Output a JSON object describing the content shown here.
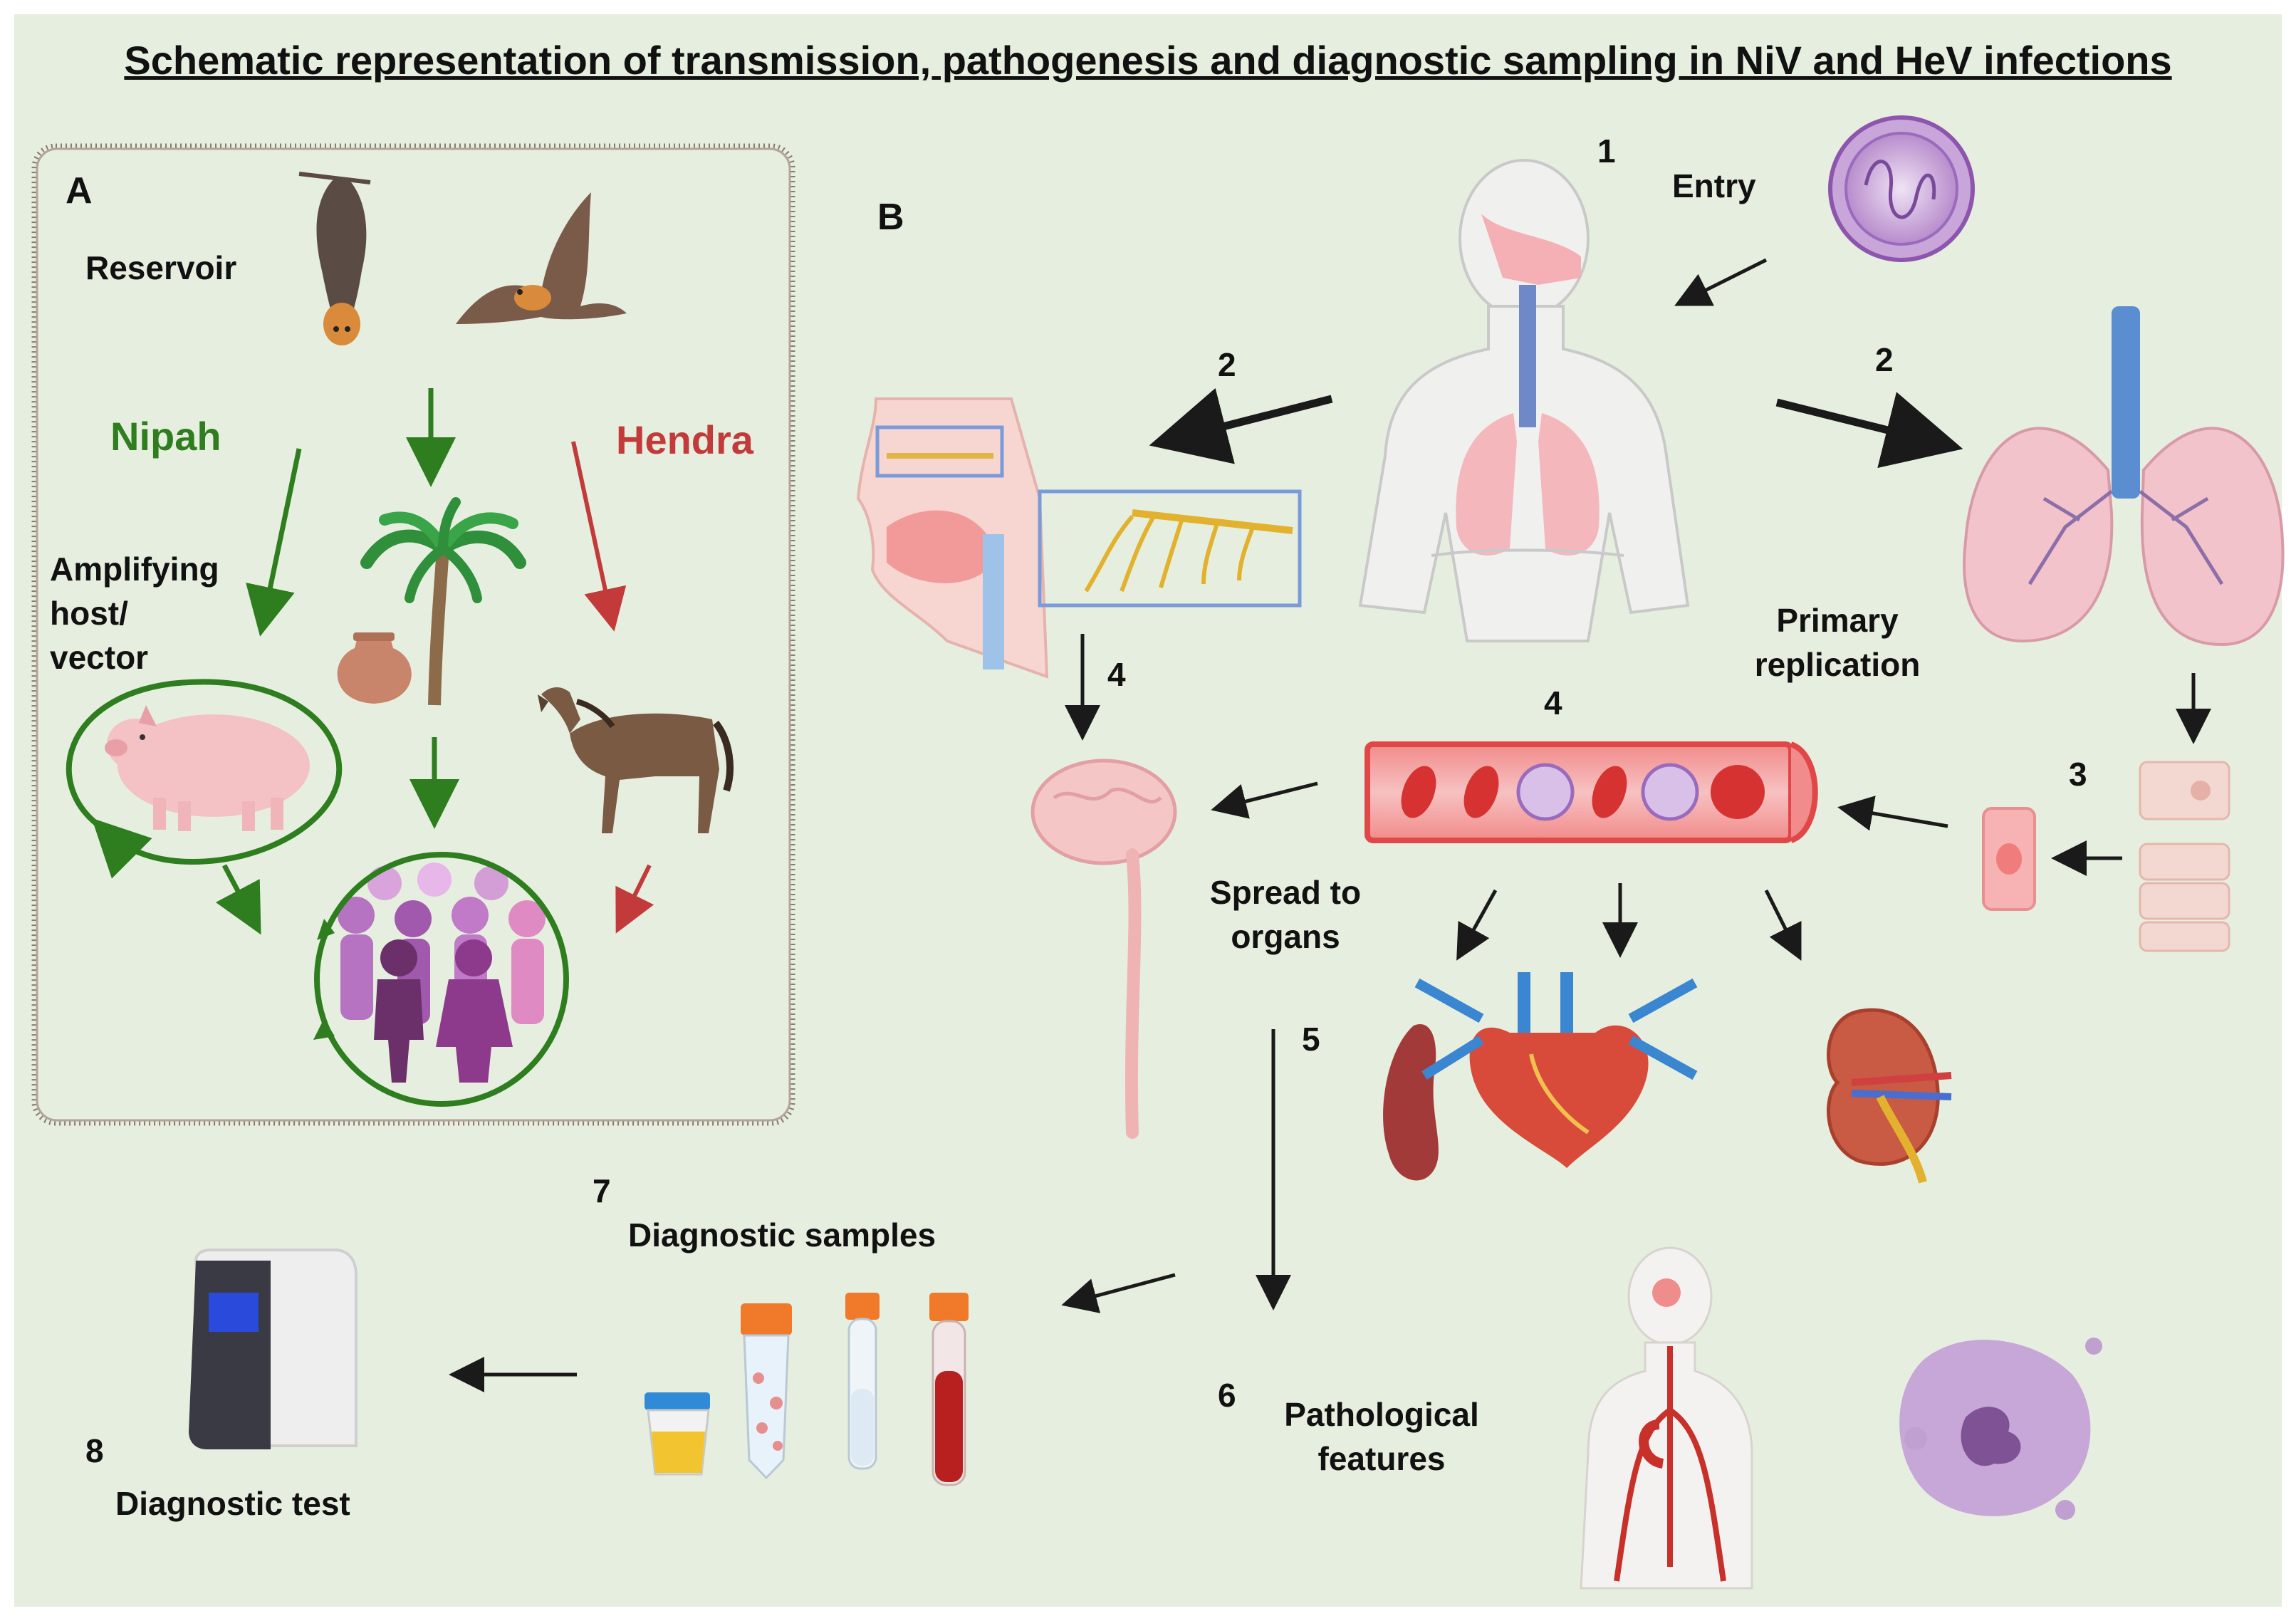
{
  "title": "Schematic representation of transmission, pathogenesis and diagnostic sampling in NiV and HeV infections",
  "panel_a": {
    "label": "A",
    "reservoir": "Reservoir",
    "nipah": "Nipah",
    "hendra": "Hendra",
    "amplifying_lines": [
      "Amplifying",
      "host/",
      "vector"
    ]
  },
  "panel_b": {
    "label": "B",
    "steps": {
      "s1": "1",
      "s2_left": "2",
      "s2_right": "2",
      "s3": "3",
      "s4_blood": "4",
      "s4_brain": "4",
      "s5": "5",
      "s6": "6",
      "s7": "7",
      "s8": "8"
    },
    "entry": "Entry",
    "primary_replication_lines": [
      "Primary",
      "replication"
    ],
    "spread_lines": [
      "Spread to",
      "organs"
    ],
    "diagnostic_samples": "Diagnostic samples",
    "pathological_lines": [
      "Pathological",
      "features"
    ],
    "diagnostic_test": "Diagnostic test"
  },
  "colors": {
    "background": "#e6efdf",
    "nipah_green": "#2e7d1f",
    "hendra_red": "#c23a3a",
    "panel_border": "#8a7a70",
    "arrow_black": "#1a1a1a"
  }
}
